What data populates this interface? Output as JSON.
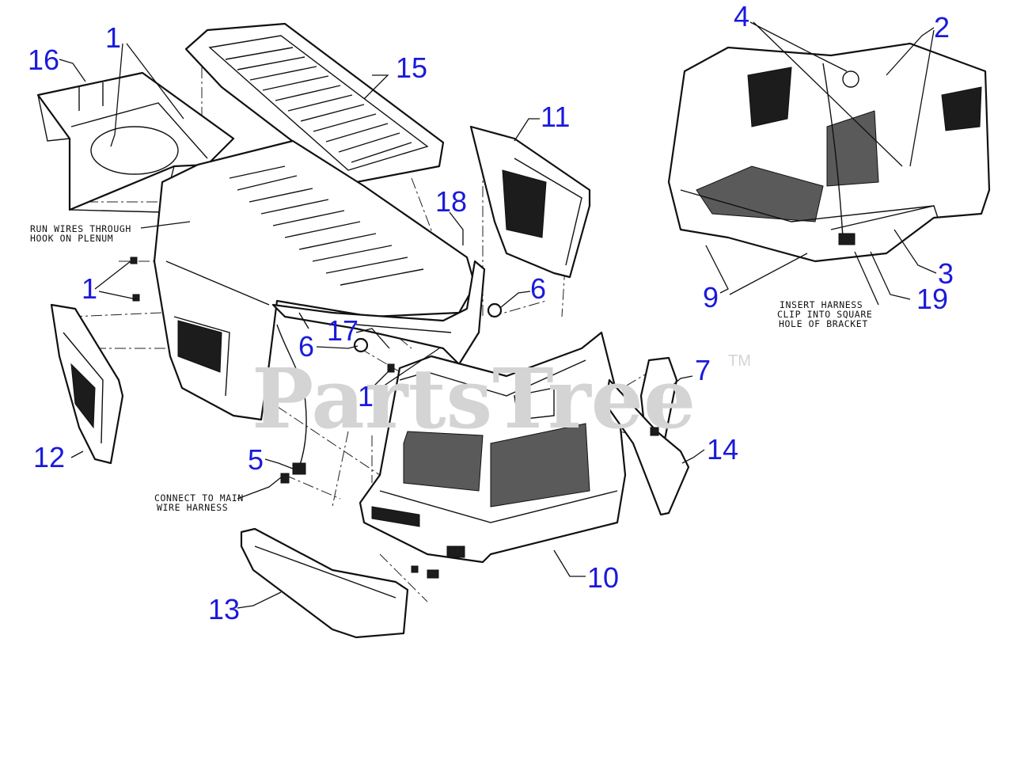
{
  "diagram": {
    "watermark": "PartsTree",
    "watermark_tm": "TM",
    "callouts": [
      {
        "id": "c1a",
        "label": "1"
      },
      {
        "id": "c16",
        "label": "16"
      },
      {
        "id": "c15",
        "label": "15"
      },
      {
        "id": "c11",
        "label": "11"
      },
      {
        "id": "c18",
        "label": "18"
      },
      {
        "id": "c1b",
        "label": "1"
      },
      {
        "id": "c6a",
        "label": "6"
      },
      {
        "id": "c17",
        "label": "17"
      },
      {
        "id": "c6b",
        "label": "6"
      },
      {
        "id": "c1c",
        "label": "1"
      },
      {
        "id": "c7",
        "label": "7"
      },
      {
        "id": "c12",
        "label": "12"
      },
      {
        "id": "c5",
        "label": "5"
      },
      {
        "id": "c14",
        "label": "14"
      },
      {
        "id": "c10",
        "label": "10"
      },
      {
        "id": "c13",
        "label": "13"
      },
      {
        "id": "c4",
        "label": "4"
      },
      {
        "id": "c2",
        "label": "2"
      },
      {
        "id": "c3",
        "label": "3"
      },
      {
        "id": "c9",
        "label": "9"
      },
      {
        "id": "c19",
        "label": "19"
      }
    ],
    "notes": {
      "run_wires": [
        "RUN WIRES THROUGH",
        "HOOK ON PLENUM"
      ],
      "connect": [
        "CONNECT TO MAIN",
        "WIRE HARNESS"
      ],
      "insert": [
        "INSERT HARNESS",
        "CLIP INTO SQUARE",
        "HOLE OF BRACKET"
      ]
    }
  }
}
